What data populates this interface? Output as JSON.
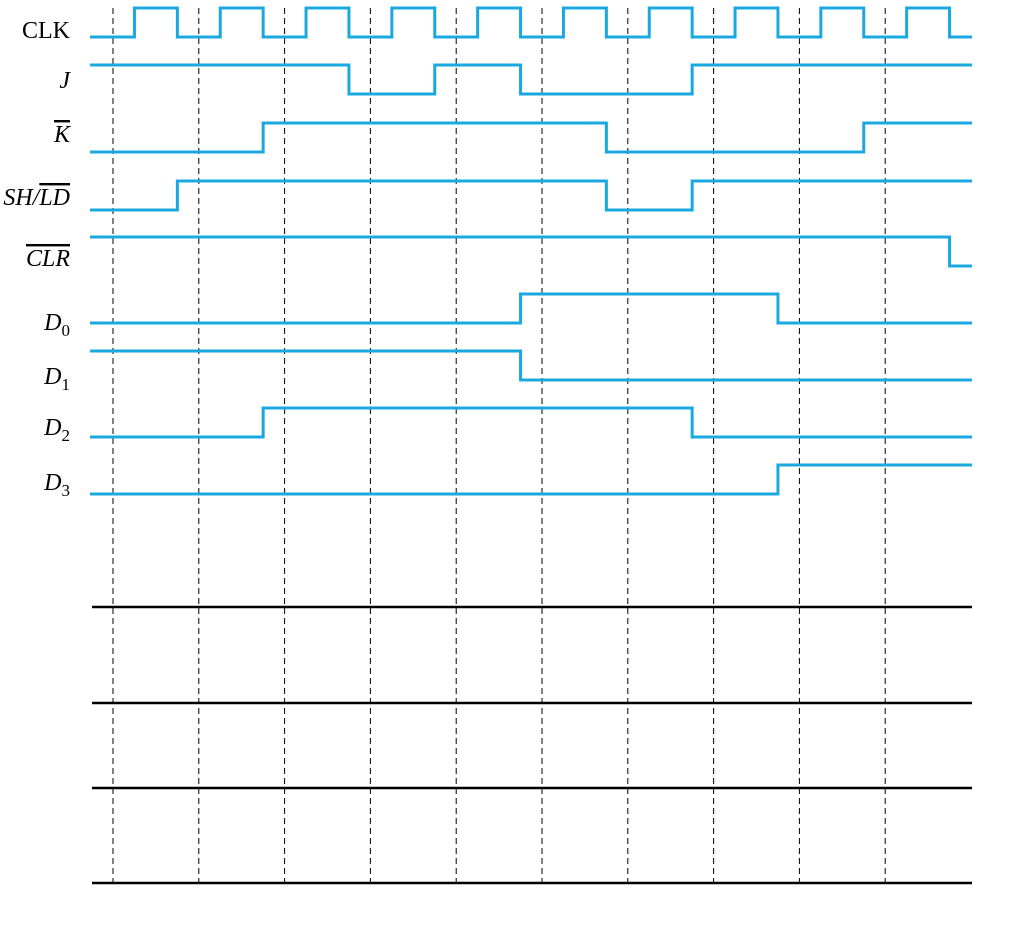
{
  "diagram": {
    "type": "timing-diagram",
    "waveform_color": "#1aa8e0",
    "answer_line_color": "#000000",
    "time_slots": 20,
    "signals": [
      {
        "id": "clk",
        "label": "CLK",
        "italic": false,
        "bar": false,
        "subscript": "",
        "start": 0,
        "transitions": [
          0.5,
          1.5,
          2.5,
          3.5,
          4.5,
          5.5,
          6.5,
          7.5,
          8.5,
          9.5,
          10.5,
          11.5,
          12.5,
          13.5,
          14.5,
          15.5,
          16.5,
          17.5,
          18.5,
          19.5
        ]
      },
      {
        "id": "j",
        "label": "J",
        "italic": true,
        "bar": false,
        "subscript": "",
        "start": 1,
        "transitions": [
          5.5,
          7.5,
          9.5,
          13.5
        ]
      },
      {
        "id": "kbar",
        "label": "K",
        "italic": true,
        "bar": true,
        "subscript": "",
        "start": 0,
        "transitions": [
          3.5,
          11.5,
          17.5
        ]
      },
      {
        "id": "shld",
        "label_parts": [
          "SH/",
          "LD"
        ],
        "italic": true,
        "bar_on_part": 1,
        "start": 0,
        "transitions": [
          1.5,
          11.5,
          13.5
        ]
      },
      {
        "id": "clr",
        "label": "CLR",
        "italic": true,
        "bar": true,
        "subscript": "",
        "start": 1,
        "transitions": [
          19.5
        ]
      },
      {
        "id": "d0",
        "label": "D",
        "italic": true,
        "bar": false,
        "subscript": "0",
        "start": 0,
        "transitions": [
          9.5,
          15.5
        ]
      },
      {
        "id": "d1",
        "label": "D",
        "italic": true,
        "bar": false,
        "subscript": "1",
        "start": 1,
        "transitions": [
          9.5
        ]
      },
      {
        "id": "d2",
        "label": "D",
        "italic": true,
        "bar": false,
        "subscript": "2",
        "start": 0,
        "transitions": [
          3.5,
          13.5
        ]
      },
      {
        "id": "d3",
        "label": "D",
        "italic": true,
        "bar": false,
        "subscript": "3",
        "start": 0,
        "transitions": [
          15.5
        ]
      }
    ],
    "answer_rows": 4,
    "clock_edges": [
      0,
      2,
      4,
      6,
      8,
      10,
      12,
      14,
      16,
      18
    ]
  }
}
